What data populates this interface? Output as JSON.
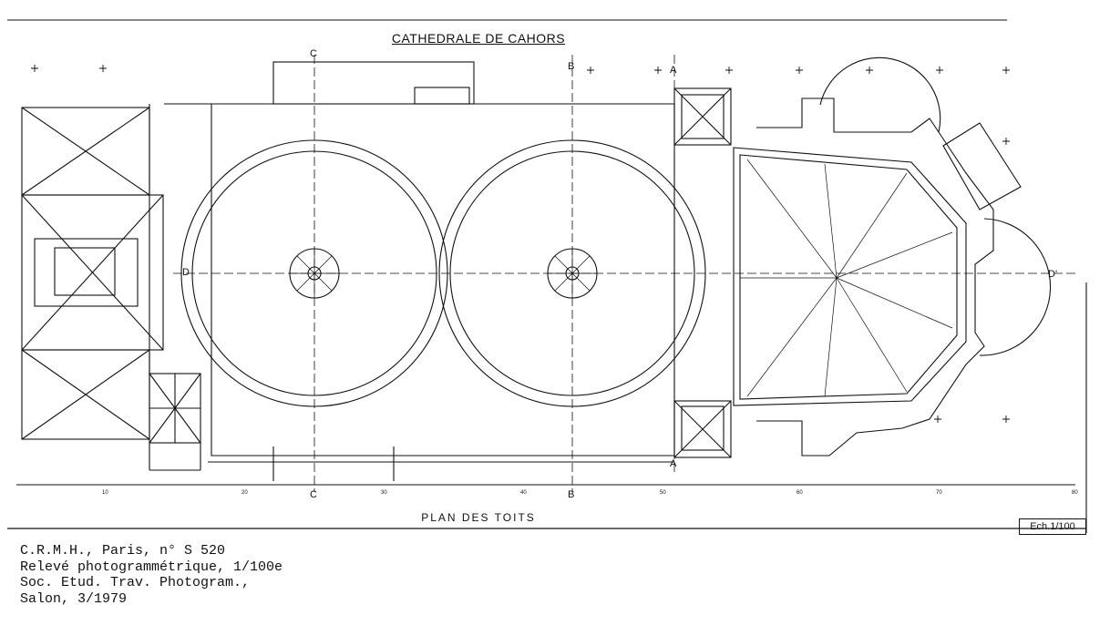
{
  "drawing": {
    "title": "CATHEDRALE DE CAHORS",
    "subtitle": "PLAN DES TOITS",
    "scale": "Ech.1/100",
    "section_markers": [
      "C",
      "B",
      "A",
      "D",
      "D'"
    ],
    "scale_ticks": [
      "10",
      "20",
      "30",
      "40",
      "50",
      "60",
      "70",
      "80"
    ]
  },
  "caption": {
    "line1": "C.R.M.H., Paris, n° S 520",
    "line2": "Relevé photogrammétrique, 1/100e",
    "line3": "Soc. Etud. Trav. Photogram.,",
    "line4": "Salon, 3/1979"
  }
}
